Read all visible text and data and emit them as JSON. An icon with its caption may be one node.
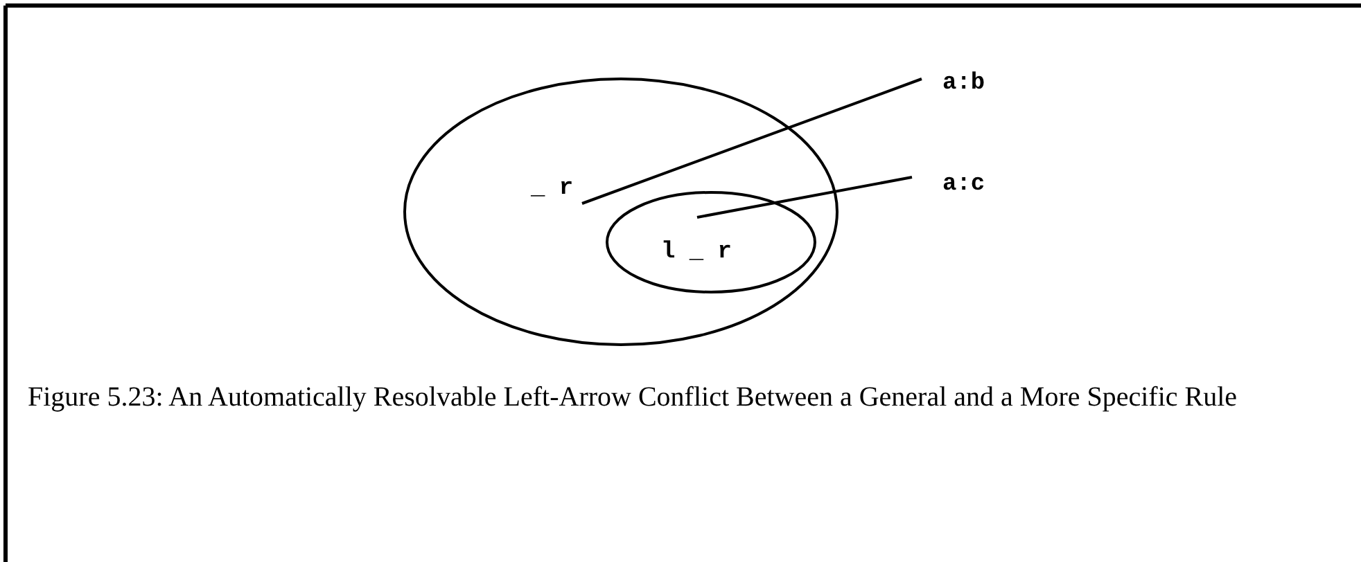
{
  "diagram": {
    "caption": "Figure 5.23: An Automatically Resolvable Left-Arrow Conflict Between a General and a More Specific Rule",
    "nodes": [
      {
        "text": [
          "_ r"
        ]
      },
      {
        "text": [
          "l _ r"
        ],
        "in": 0
      },
      {
        "text": [
          "a:b"
        ]
      },
      {
        "text": [
          "a:c"
        ]
      }
    ],
    "edges": [
      {
        "from": 2,
        "to": 0,
        "arrow": "none"
      },
      {
        "from": 3,
        "to": 1,
        "arrow": "none"
      }
    ]
  }
}
